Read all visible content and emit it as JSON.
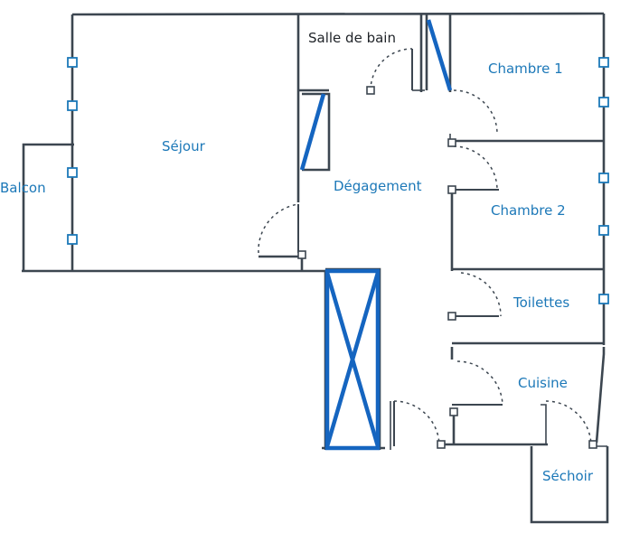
{
  "colors": {
    "wall": "#3c4650",
    "label": "#1c78b8",
    "duct": "#1565c0",
    "background": "#ffffff"
  },
  "rooms": [
    {
      "id": "sejour",
      "name": "Séjour"
    },
    {
      "id": "balcon",
      "name": "Balcon"
    },
    {
      "id": "salle-de-bain",
      "name": "Salle de bain"
    },
    {
      "id": "chambre-1",
      "name": "Chambre 1"
    },
    {
      "id": "degagement",
      "name": "Dégagement"
    },
    {
      "id": "chambre-2",
      "name": "Chambre 2"
    },
    {
      "id": "toilettes",
      "name": "Toilettes"
    },
    {
      "id": "cuisine",
      "name": "Cuisine"
    },
    {
      "id": "sechoir",
      "name": "Séchoir"
    }
  ]
}
